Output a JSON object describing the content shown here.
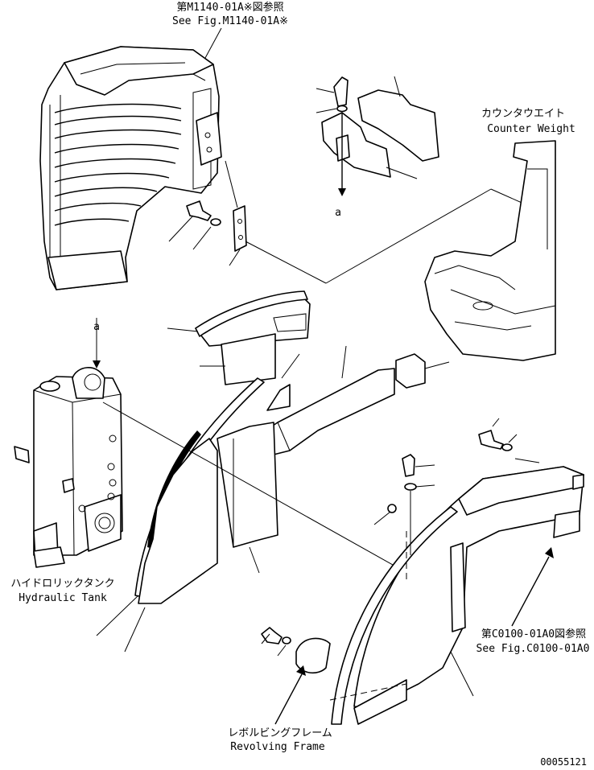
{
  "labels": {
    "ref_top_jp": "第M1140-01A※図参照",
    "ref_top_en": "See Fig.M1140-01A※",
    "counter_weight_jp": "カウンタウエイト",
    "counter_weight_en": "Counter Weight",
    "detail_a_top": "a",
    "detail_a_left": "a",
    "hydraulic_tank_jp": "ハイドロリックタンク",
    "hydraulic_tank_en": "Hydraulic Tank",
    "ref_right_jp": "第C0100-01A0図参照",
    "ref_right_en": "See Fig.C0100-01A0",
    "revolving_frame_jp": "レボルビングフレーム",
    "revolving_frame_en": "Revolving Frame",
    "drawing_number": "00055121"
  }
}
